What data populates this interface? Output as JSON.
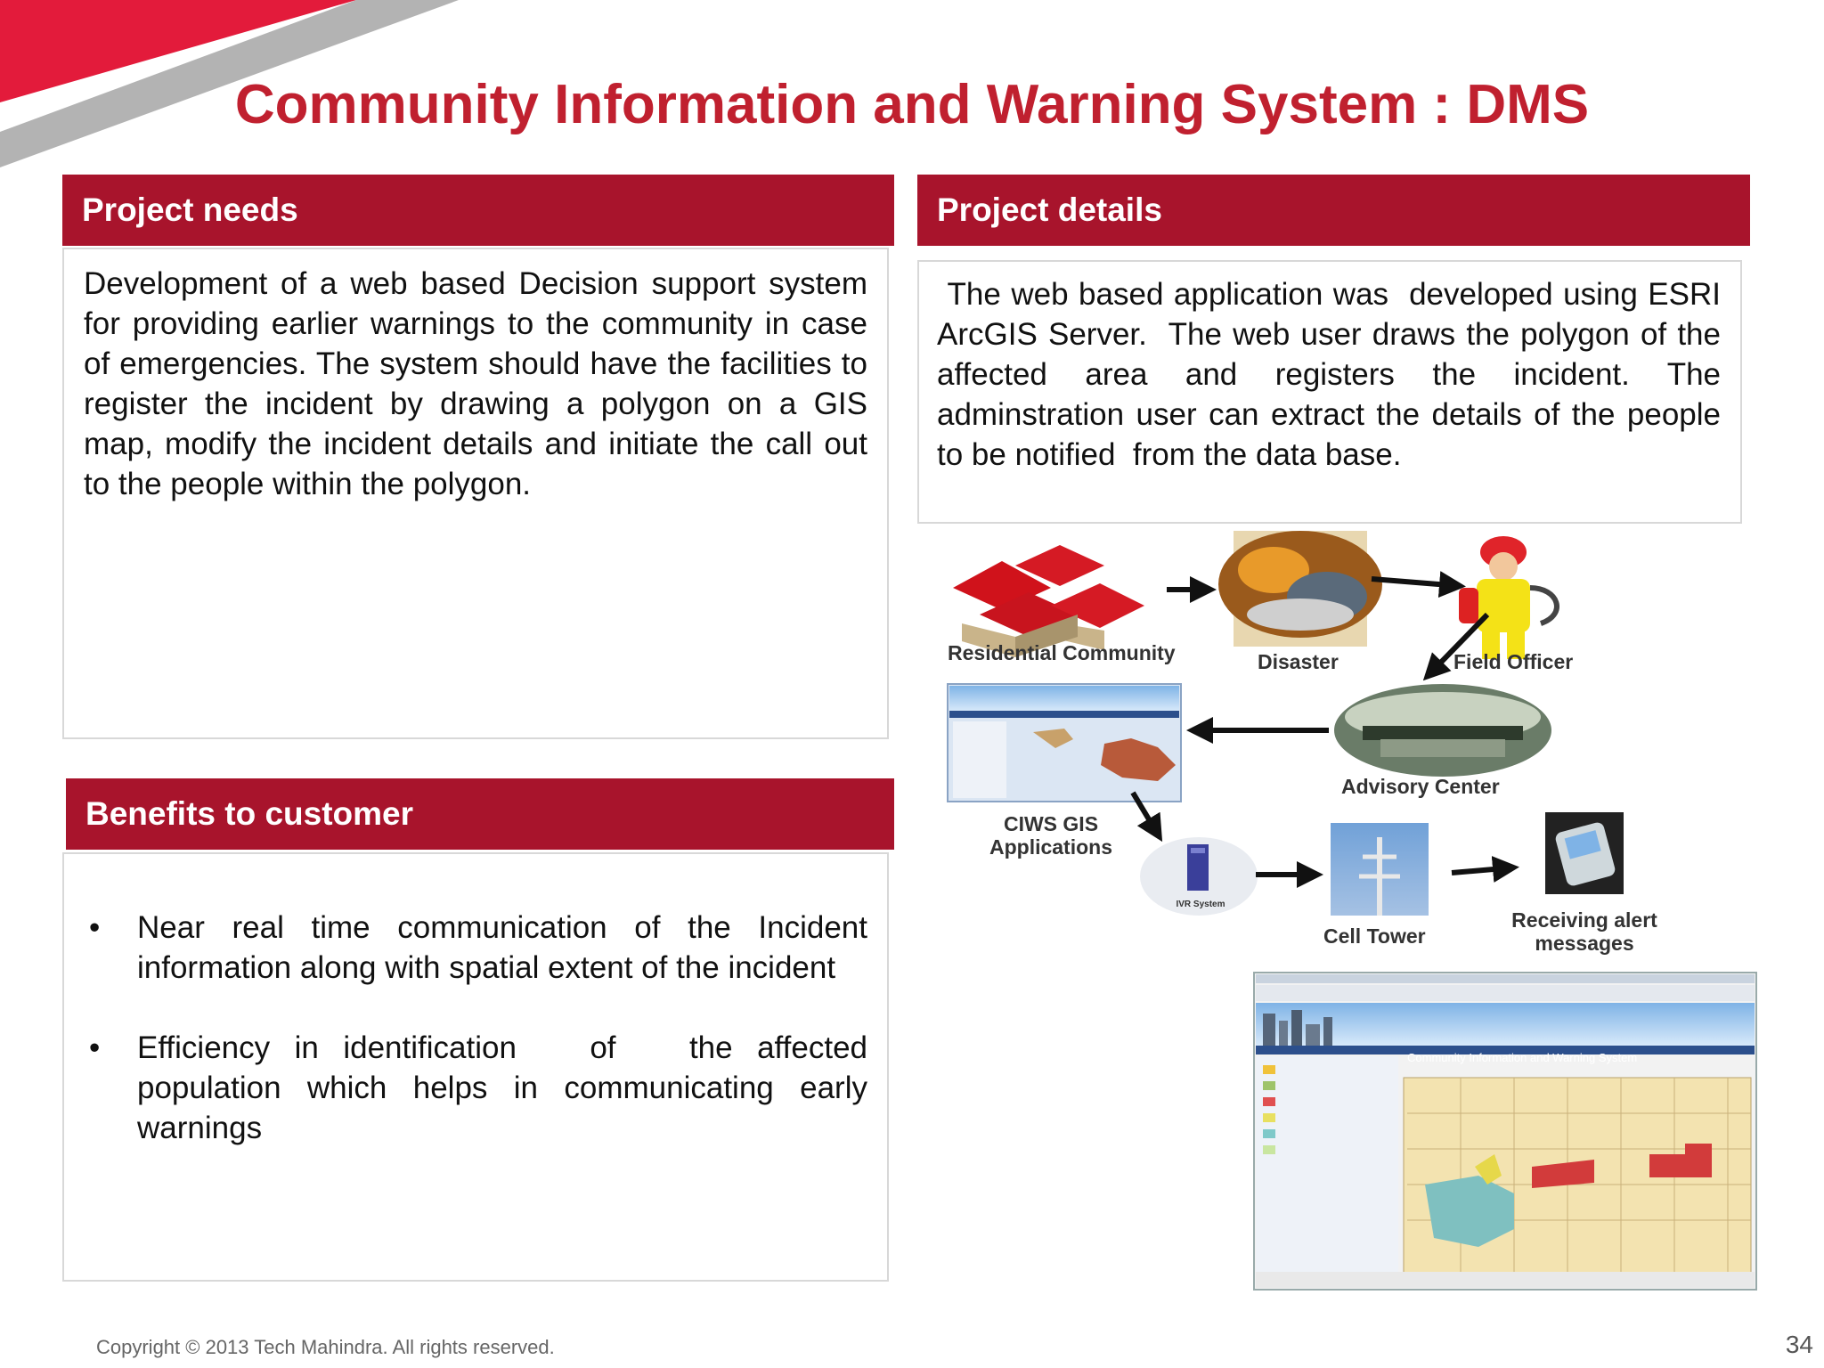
{
  "slide": {
    "title": "Community Information and Warning System : DMS",
    "footer": "Copyright © 2013 Tech Mahindra. All rights reserved.",
    "page_number": "34"
  },
  "project_needs": {
    "header": "Project needs",
    "body": "Development of a web based Decision support system for providing earlier warnings to the community in case of emergencies. The system should have the facilities to register the incident by drawing a polygon on a GIS map, modify the incident details and  initiate the call out to the people within the polygon."
  },
  "project_details": {
    "header": "Project details",
    "body": " The web based application was  developed using ESRI ArcGIS Server.  The web user draws the polygon of the affected area and registers the incident. The adminstration user can extract the details of the people to be notified  from the data base."
  },
  "benefits": {
    "header": "Benefits to customer",
    "items": [
      "Near real time communication of the Incident information along with spatial extent of the incident",
      "Efficiency in identification   of   the affected population which helps in communicating early warnings"
    ]
  },
  "diagram": {
    "residential": "Residential Community",
    "disaster": "Disaster",
    "field_officer": "Field Officer",
    "advisory": "Advisory Center",
    "ciws_line1": "CIWS GIS",
    "ciws_line2": "Applications",
    "cell_tower": "Cell Tower",
    "receiving_line1": "Receiving alert",
    "receiving_line2": "messages",
    "ivr": "IVR System",
    "app_banner": "Community Information and Warning System"
  },
  "colors": {
    "brand_red": "#c0202f",
    "header_red": "#a8142c",
    "corner_red": "#e31b3b",
    "corner_gray": "#b3b3b3"
  }
}
